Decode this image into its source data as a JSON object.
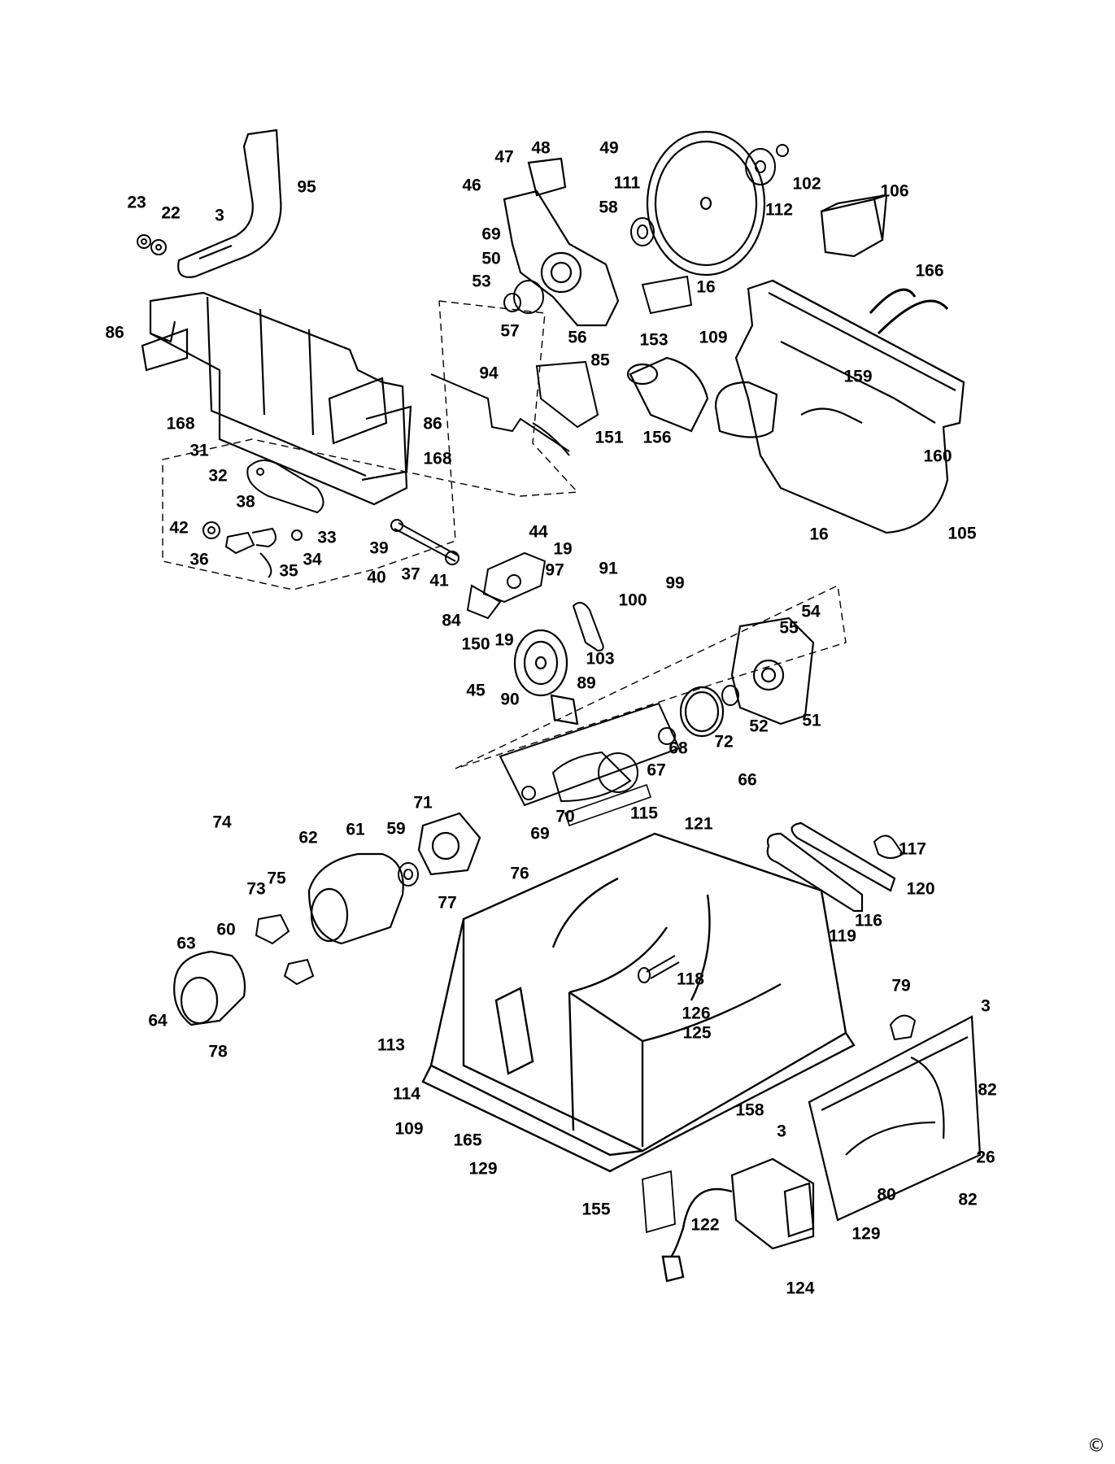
{
  "figure": {
    "copyright_symbol": "©"
  },
  "part_numbers": [
    "95",
    "23",
    "22",
    "3",
    "47",
    "48",
    "49",
    "46",
    "111",
    "102",
    "106",
    "112",
    "58",
    "69",
    "50",
    "53",
    "16",
    "166",
    "57",
    "56",
    "153",
    "109",
    "86",
    "94",
    "85",
    "159",
    "168",
    "151",
    "156",
    "160",
    "31",
    "86",
    "168",
    "32",
    "105",
    "38",
    "16",
    "42",
    "33",
    "36",
    "34",
    "39",
    "35",
    "40",
    "37",
    "41",
    "44",
    "19",
    "97",
    "91",
    "99",
    "100",
    "84",
    "150",
    "19",
    "54",
    "55",
    "103",
    "89",
    "45",
    "90",
    "52",
    "51",
    "72",
    "68",
    "67",
    "66",
    "71",
    "70",
    "69",
    "115",
    "121",
    "76",
    "74",
    "62",
    "61",
    "59",
    "75",
    "73",
    "77",
    "117",
    "120",
    "116",
    "119",
    "60",
    "63",
    "118",
    "64",
    "78",
    "79",
    "3",
    "126",
    "125",
    "113",
    "82",
    "114",
    "109",
    "158",
    "3",
    "165",
    "26",
    "129",
    "155",
    "122",
    "80",
    "82",
    "129",
    "124"
  ]
}
